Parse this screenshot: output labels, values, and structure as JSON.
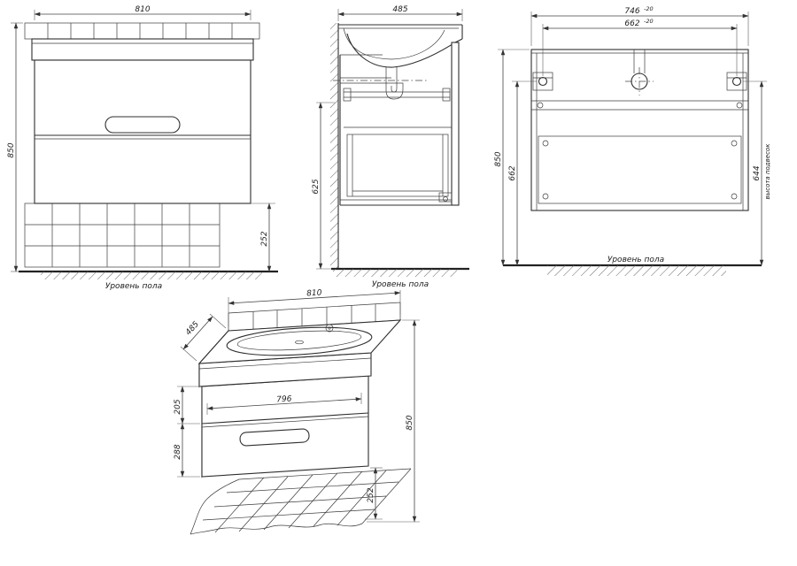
{
  "views": {
    "front": {
      "dim_width": "810",
      "dim_height": "850",
      "dim_clearance": "252",
      "floor_label": "Уровень пола"
    },
    "side": {
      "dim_depth": "485",
      "dim_height": "625",
      "floor_label": "Уровень пола"
    },
    "back": {
      "dim_outer_width": "746",
      "dim_outer_width_tol": "-20",
      "dim_inner_width": "662",
      "dim_inner_width_tol": "-20",
      "dim_height": "850",
      "dim_inner_height": "662",
      "dim_hanger_height": "644",
      "hanger_height_label": "высота подвесок",
      "floor_label": "Уровень пола"
    },
    "iso": {
      "dim_width": "810",
      "dim_depth": "485",
      "dim_upper_drawer": "205",
      "dim_lower_drawer": "288",
      "dim_drawer_width": "796",
      "dim_height": "850",
      "dim_clearance": "252"
    }
  },
  "colors": {
    "line": "#2f2f2f",
    "dim": "#454545",
    "background": "#ffffff"
  }
}
